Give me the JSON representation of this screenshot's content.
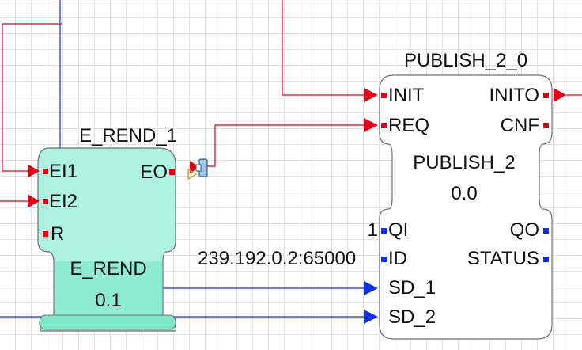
{
  "blocks": {
    "e_rend": {
      "instance_name": "E_REND_1",
      "type_name": "E_REND",
      "version": "0.1",
      "event_inputs": [
        "EI1",
        "EI2",
        "R"
      ],
      "event_outputs": [
        "EO"
      ],
      "fill_color": "#aef3df"
    },
    "publish": {
      "instance_name": "PUBLISH_2_0",
      "type_name": "PUBLISH_2",
      "version": "0.0",
      "event_inputs": [
        "INIT",
        "REQ"
      ],
      "event_outputs": [
        "INITO",
        "CNF"
      ],
      "data_inputs": [
        "QI",
        "ID",
        "SD_1",
        "SD_2"
      ],
      "data_outputs": [
        "QO",
        "STATUS"
      ],
      "input_values": {
        "QI": "1",
        "ID": "239.192.0.2:65000"
      },
      "fill_color": "#ffffff"
    }
  },
  "colors": {
    "event_connection": "#e0001a",
    "data_connection": "#1030e0",
    "grid": "#e2e2e2"
  }
}
